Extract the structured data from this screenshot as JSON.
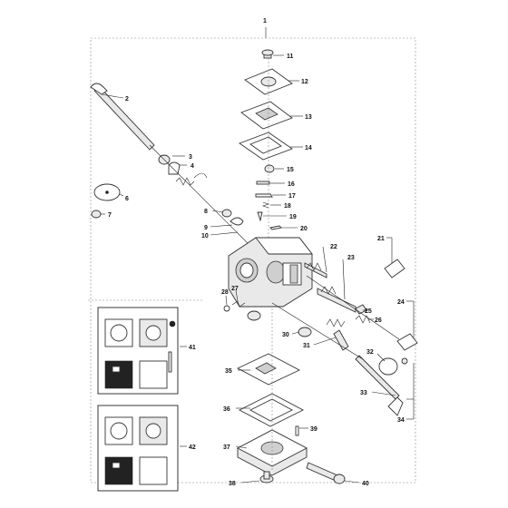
{
  "diagram": {
    "main_callout": "1",
    "callouts": [
      {
        "id": "2",
        "text": "2"
      },
      {
        "id": "3",
        "text": "3"
      },
      {
        "id": "4",
        "text": "4"
      },
      {
        "id": "6",
        "text": "6"
      },
      {
        "id": "7",
        "text": "7"
      },
      {
        "id": "8",
        "text": "8"
      },
      {
        "id": "9",
        "text": "9"
      },
      {
        "id": "10",
        "text": "10"
      },
      {
        "id": "11",
        "text": "11"
      },
      {
        "id": "12",
        "text": "12"
      },
      {
        "id": "13",
        "text": "13"
      },
      {
        "id": "14",
        "text": "14"
      },
      {
        "id": "15",
        "text": "15"
      },
      {
        "id": "16",
        "text": "16"
      },
      {
        "id": "17",
        "text": "17"
      },
      {
        "id": "18",
        "text": "18"
      },
      {
        "id": "19",
        "text": "19"
      },
      {
        "id": "20",
        "text": "20"
      },
      {
        "id": "21",
        "text": "21"
      },
      {
        "id": "22",
        "text": "22"
      },
      {
        "id": "23",
        "text": "23"
      },
      {
        "id": "24",
        "text": "24"
      },
      {
        "id": "25",
        "text": "25"
      },
      {
        "id": "26",
        "text": "26"
      },
      {
        "id": "27",
        "text": "27"
      },
      {
        "id": "28",
        "text": "28"
      },
      {
        "id": "30",
        "text": "30"
      },
      {
        "id": "31",
        "text": "31"
      },
      {
        "id": "32",
        "text": "32"
      },
      {
        "id": "33",
        "text": "33"
      },
      {
        "id": "34",
        "text": "34"
      },
      {
        "id": "35",
        "text": "35"
      },
      {
        "id": "36",
        "text": "36"
      },
      {
        "id": "37",
        "text": "37"
      },
      {
        "id": "38",
        "text": "38"
      },
      {
        "id": "39",
        "text": "39"
      },
      {
        "id": "40",
        "text": "40"
      },
      {
        "id": "41",
        "text": "41"
      },
      {
        "id": "42",
        "text": "42"
      }
    ],
    "kits": {
      "top_kit_label": "41",
      "bottom_kit_label": "42"
    }
  }
}
